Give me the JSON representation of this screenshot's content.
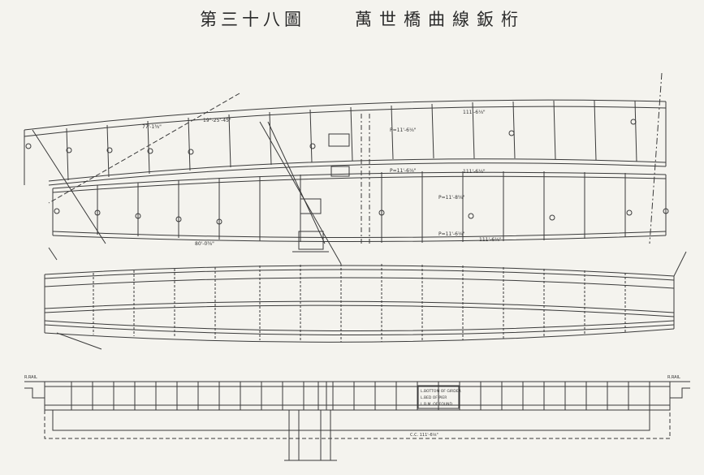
{
  "header": {
    "figure_number": "第三十八圖",
    "title": "萬世橋曲線鈑桁"
  },
  "plan": {
    "top_span_label": "111'-6⅛\"",
    "left_span_label": "77'-1⅜\"",
    "mid_span_label": "111'-6⅛\"",
    "bottom_span_label": "111'-6⅛\"",
    "lower_left_label": "80'-0⅜\"",
    "radius_p1": "P=11'-6⅛\"",
    "radius_p2": "P=11'-6⅛\"",
    "radius_p3": "P=11'-8⅝\"",
    "radius_p4": "P=11'-6⅛\"",
    "skew_label": "19°-25'-45\""
  },
  "elevation": {
    "left_level": "R.RAIL",
    "right_level": "R.RAIL",
    "note_1": "L.BOTTOM OF GIRDER",
    "note_2": "L.BED OF PIER",
    "note_3": "L.B.M. OF FOUND.",
    "base_span": "C.C. 111'-6⅛\""
  }
}
